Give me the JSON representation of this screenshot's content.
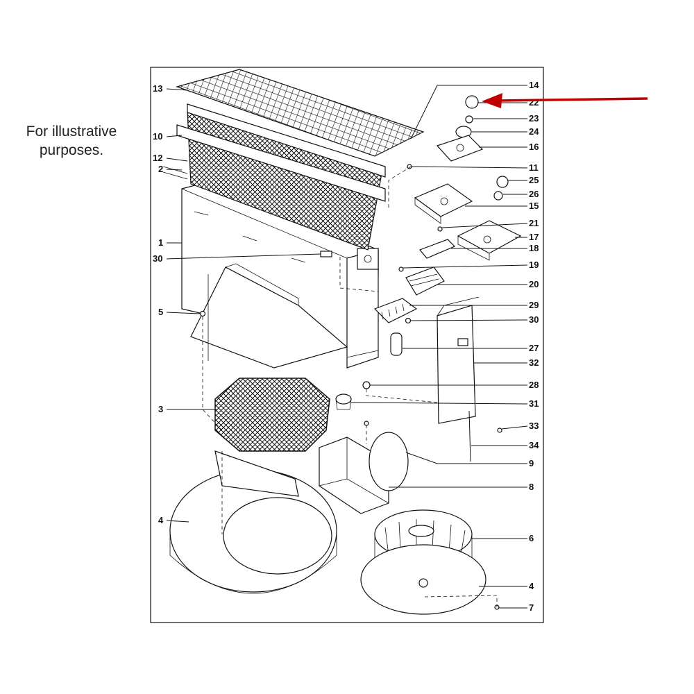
{
  "caption": "For illustrative purposes.",
  "colors": {
    "highlight_arrow": "#c00000",
    "line": "#111111"
  },
  "labels": {
    "l1": "1",
    "l2": "2",
    "l3": "3",
    "l4a": "4",
    "l4b": "4",
    "l5": "5",
    "l6": "6",
    "l7": "7",
    "l8": "8",
    "l9": "9",
    "l10": "10",
    "l11": "11",
    "l12": "12",
    "l13": "13",
    "l14": "14",
    "l15": "15",
    "l16": "16",
    "l17": "17",
    "l18": "18",
    "l19": "19",
    "l20": "20",
    "l21": "21",
    "l22": "22",
    "l23": "23",
    "l24": "24",
    "l25": "25",
    "l26": "26",
    "l27": "27",
    "l28": "28",
    "l29": "29",
    "l30a": "30",
    "l30b": "30",
    "l31": "31",
    "l32": "32",
    "l33": "33",
    "l34": "34"
  }
}
